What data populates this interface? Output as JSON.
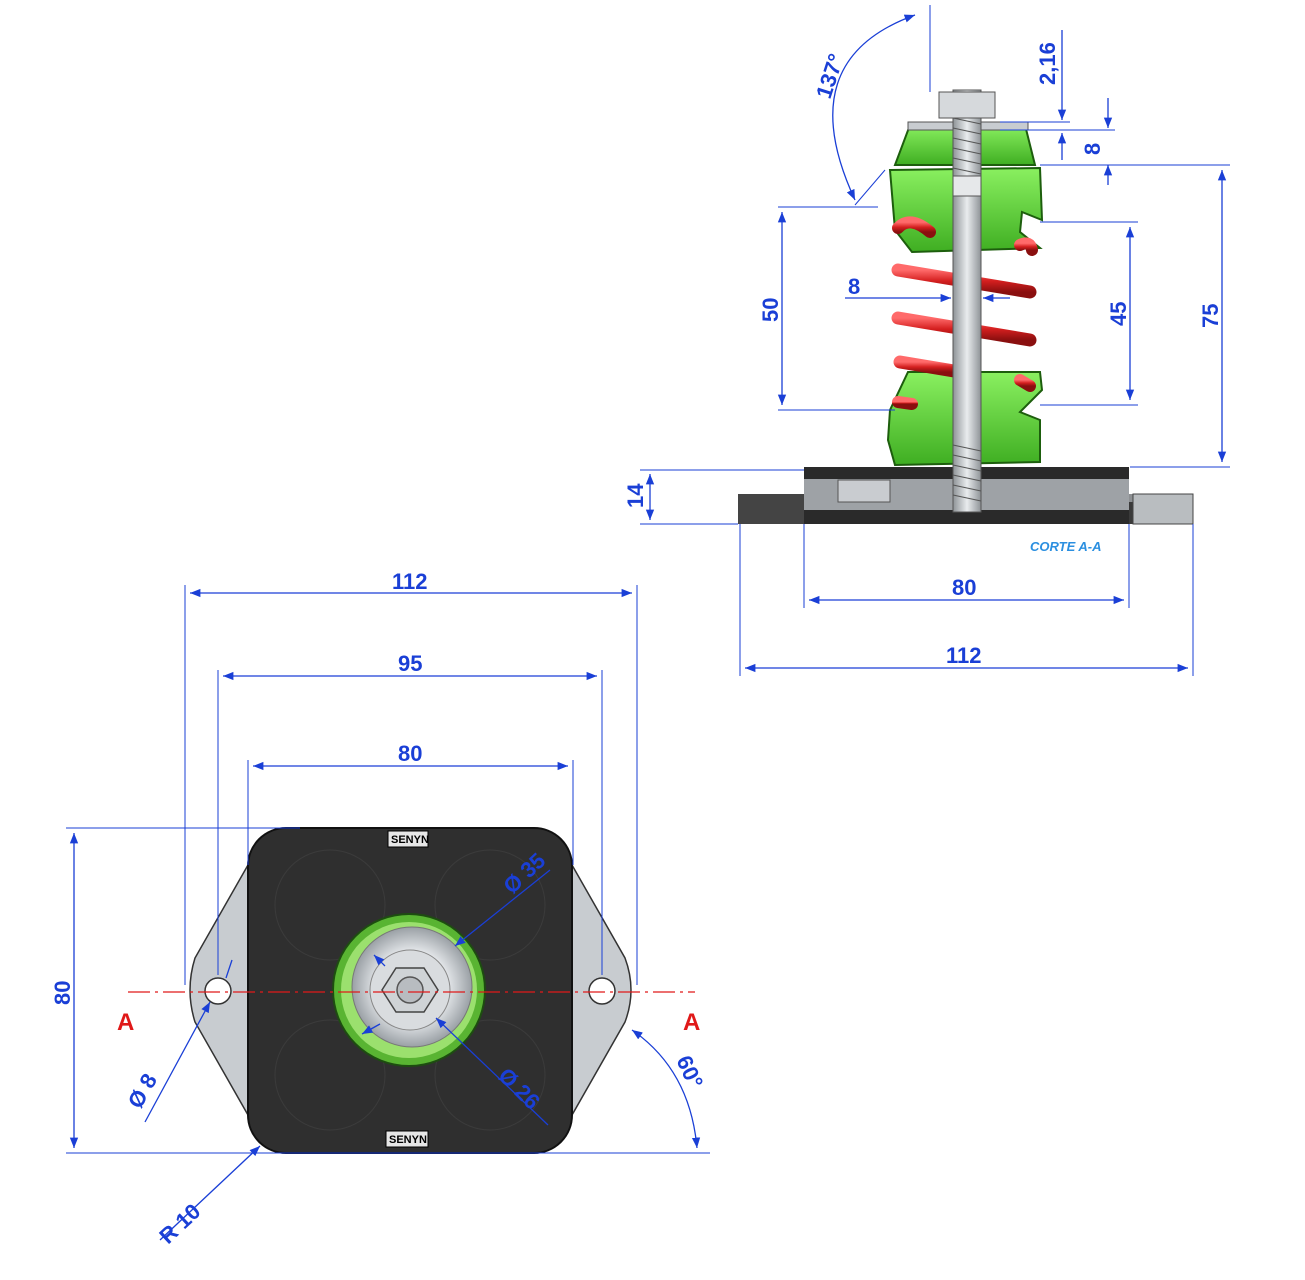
{
  "section_view": {
    "caption": "CORTE A-A",
    "dims": {
      "angle_top": "137°",
      "nut_gap": "2,16",
      "cap_height": "8",
      "spring_height": "50",
      "rod_diameter": "8",
      "inner_height": "45",
      "total_height": "75",
      "base_thickness": "14",
      "base_inner_width": "80",
      "base_total_width": "112"
    }
  },
  "plan_view": {
    "cut_label_left": "A",
    "cut_label_right": "A",
    "brand_top": "SENYN",
    "brand_bottom": "SENYN",
    "dims": {
      "overall_width": "112",
      "hole_spacing": "95",
      "body_width": "80",
      "body_height": "80",
      "cup_diameter": "Ø 35",
      "inner_diameter": "Ø 26",
      "hole_diameter": "Ø 8",
      "flange_angle": "60°",
      "corner_radius": "R 10"
    }
  },
  "colors": {
    "dimension": "#1a3fd6",
    "cut_line": "#e01919",
    "spring": "#d41f1f",
    "rubber": "#5fd43a",
    "steel": "#c8ccd0",
    "base_dark": "#2a2a2a"
  }
}
